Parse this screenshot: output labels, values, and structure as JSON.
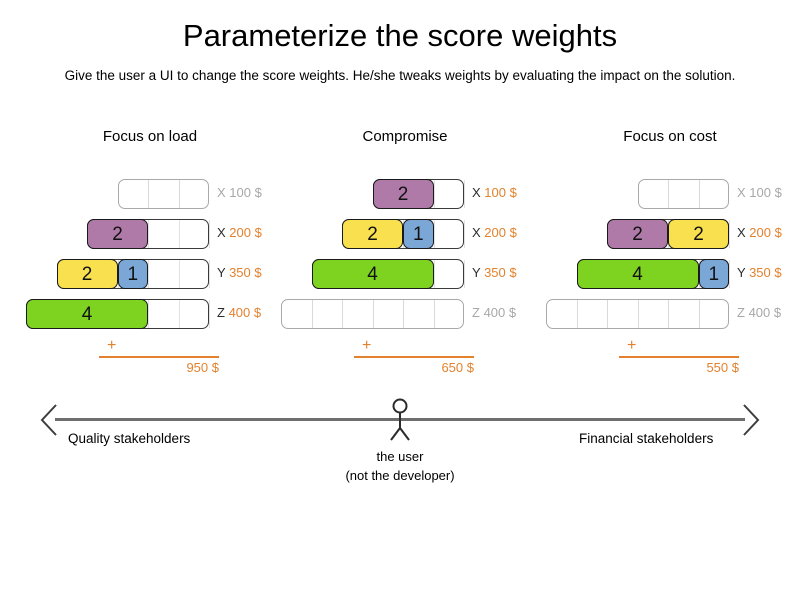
{
  "header": {
    "title": "Parameterize the score weights",
    "subtitle": "Give the user a UI to change the score weights. He/she tweaks weights by evaluating the impact on the solution."
  },
  "colors": {
    "purple": "#b07aa8",
    "yellow": "#f8e04f",
    "blue": "#7ba7d7",
    "green": "#7ed321",
    "orange": "#e3822e",
    "inactive_gray": "#a8a8a8",
    "track_border": "#3a3a3a"
  },
  "columns": [
    {
      "header": "Focus on load",
      "total_plus": "+",
      "total": "950 $",
      "rows": [
        {
          "key": "X",
          "amount": "100 $",
          "active": false,
          "slots": 3,
          "blocks": []
        },
        {
          "key": "X",
          "amount": "200 $",
          "active": true,
          "slots": 4,
          "blocks": [
            {
              "value": "2",
              "units": 2,
              "color": "purple"
            }
          ]
        },
        {
          "key": "Y",
          "amount": "350 $",
          "active": true,
          "slots": 5,
          "blocks": [
            {
              "value": "2",
              "units": 2,
              "color": "yellow"
            },
            {
              "value": "1",
              "units": 1,
              "color": "blue"
            }
          ]
        },
        {
          "key": "Z",
          "amount": "400 $",
          "active": true,
          "slots": 6,
          "blocks": [
            {
              "value": "4",
              "units": 4,
              "color": "green"
            }
          ]
        }
      ]
    },
    {
      "header": "Compromise",
      "total_plus": "+",
      "total": "650 $",
      "rows": [
        {
          "key": "X",
          "amount": "100 $",
          "active": true,
          "slots": 3,
          "blocks": [
            {
              "value": "2",
              "units": 2,
              "color": "purple"
            }
          ]
        },
        {
          "key": "X",
          "amount": "200 $",
          "active": true,
          "slots": 4,
          "blocks": [
            {
              "value": "2",
              "units": 2,
              "color": "yellow"
            },
            {
              "value": "1",
              "units": 1,
              "color": "blue"
            }
          ]
        },
        {
          "key": "Y",
          "amount": "350 $",
          "active": true,
          "slots": 5,
          "blocks": [
            {
              "value": "4",
              "units": 4,
              "color": "green"
            }
          ]
        },
        {
          "key": "Z",
          "amount": "400 $",
          "active": false,
          "slots": 6,
          "blocks": []
        }
      ]
    },
    {
      "header": "Focus on cost",
      "total_plus": "+",
      "total": "550 $",
      "rows": [
        {
          "key": "X",
          "amount": "100 $",
          "active": false,
          "slots": 3,
          "blocks": []
        },
        {
          "key": "X",
          "amount": "200 $",
          "active": true,
          "slots": 4,
          "blocks": [
            {
              "value": "2",
              "units": 2,
              "color": "purple"
            },
            {
              "value": "2",
              "units": 2,
              "color": "yellow"
            }
          ]
        },
        {
          "key": "Y",
          "amount": "350 $",
          "active": true,
          "slots": 5,
          "blocks": [
            {
              "value": "4",
              "units": 4,
              "color": "green"
            },
            {
              "value": "1",
              "units": 1,
              "color": "blue"
            }
          ]
        },
        {
          "key": "Z",
          "amount": "400 $",
          "active": false,
          "slots": 6,
          "blocks": []
        }
      ]
    }
  ],
  "spectrum": {
    "left_label": "Quality stakeholders",
    "right_label": "Financial stakeholders",
    "figure_caption_line1": "the user",
    "figure_caption_line2": "(not the developer)"
  }
}
